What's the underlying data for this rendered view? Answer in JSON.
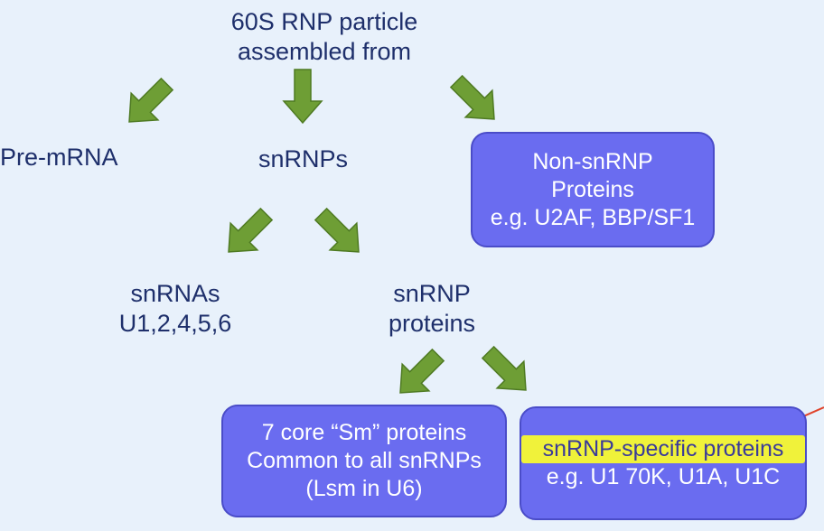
{
  "title": {
    "line1": "60S RNP particle",
    "line2": "assembled from"
  },
  "nodes": {
    "pre_mrna": "Pre-mRNA",
    "snrnps": "snRNPs",
    "non_snrnp": {
      "line1": "Non-snRNP",
      "line2": "Proteins",
      "line3": "e.g. U2AF, BBP/SF1"
    },
    "snrnas": {
      "line1": "snRNAs",
      "line2": "U1,2,4,5,6"
    },
    "snrnp_proteins": {
      "line1": "snRNP",
      "line2": "proteins"
    },
    "core_sm": {
      "line1": "7 core “Sm” proteins",
      "line2": "Common to all snRNPs",
      "line3": "(Lsm in U6)"
    },
    "specific": {
      "line1": "snRNP-specific proteins",
      "line2": "e.g. U1 70K, U1A, U1C"
    }
  },
  "colors": {
    "arrow": "#6e9e35",
    "box": "#6a6cf0",
    "highlight": "#f0f23a",
    "text": "#1e2f6b",
    "pointer": "#e0432a"
  }
}
